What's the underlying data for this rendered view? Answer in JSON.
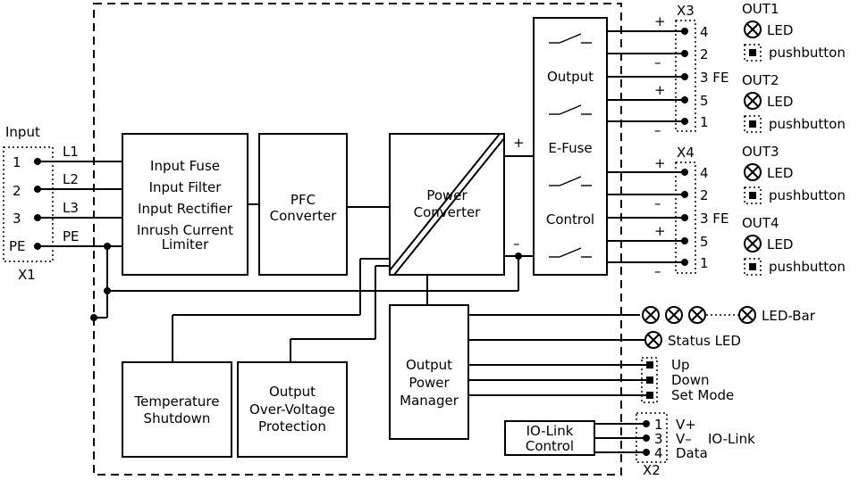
{
  "input": {
    "title": "Input",
    "connector": "X1",
    "pins": [
      "1",
      "2",
      "3",
      "PE"
    ],
    "lines": [
      "L1",
      "L2",
      "L3",
      "PE"
    ]
  },
  "blocks": {
    "input_stage": [
      "Input Fuse",
      "Input Filter",
      "Input Rectifier",
      "Inrush Current",
      "Limiter"
    ],
    "pfc": [
      "PFC",
      "Converter"
    ],
    "power_converter": [
      "Power",
      "Converter"
    ],
    "efuse": [
      "Output",
      "E-Fuse",
      "Control"
    ],
    "output_power_manager": [
      "Output",
      "Power",
      "Manager"
    ],
    "temperature_shutdown": [
      "Temperature",
      "Shutdown"
    ],
    "ovp": [
      "Output",
      "Over-Voltage",
      "Protection"
    ],
    "iolink_control": [
      "IO-Link",
      "Control"
    ]
  },
  "polarity": {
    "plus": "+",
    "minus": "–"
  },
  "x3": {
    "name": "X3",
    "pins": [
      "4",
      "2",
      "3 FE",
      "5",
      "1"
    ],
    "signs": [
      "+",
      "–",
      "+",
      "–"
    ]
  },
  "x4": {
    "name": "X4",
    "pins": [
      "4",
      "2",
      "3 FE",
      "5",
      "1"
    ],
    "signs": [
      "+",
      "–",
      "+",
      "–"
    ]
  },
  "outputs": [
    {
      "name": "OUT1",
      "led": "LED",
      "button": "pushbutton"
    },
    {
      "name": "OUT2",
      "led": "LED",
      "button": "pushbutton"
    },
    {
      "name": "OUT3",
      "led": "LED",
      "button": "pushbutton"
    },
    {
      "name": "OUT4",
      "led": "LED",
      "button": "pushbutton"
    }
  ],
  "indicators": {
    "led_bar": "LED-Bar",
    "status_led": "Status LED",
    "buttons": [
      "Up",
      "Down",
      "Set Mode"
    ]
  },
  "x2": {
    "name": "X2",
    "pins": [
      "1",
      "3",
      "4"
    ],
    "signals": [
      "V+",
      "V–",
      "Data"
    ],
    "label": "IO-Link"
  }
}
